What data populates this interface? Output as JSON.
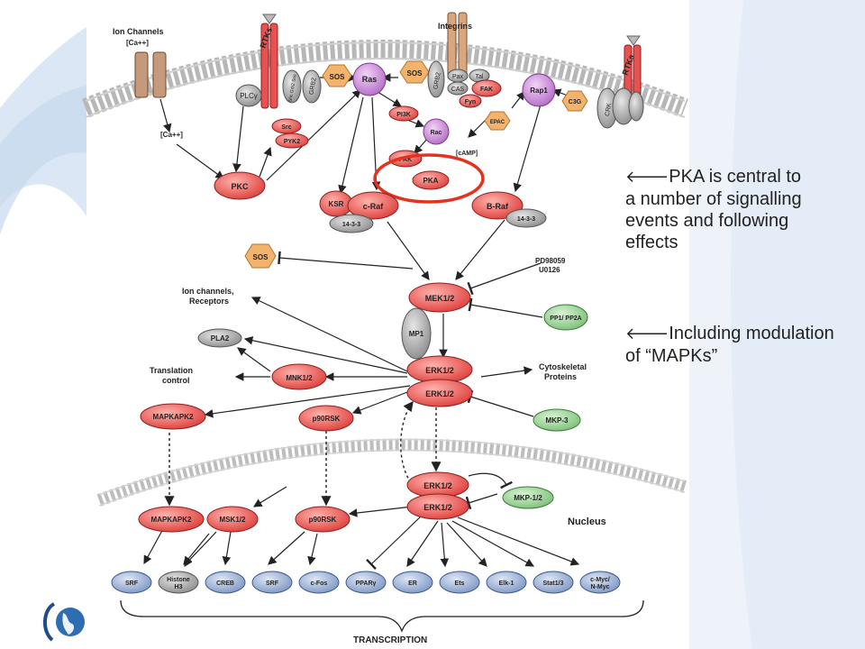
{
  "colors": {
    "red_node": "#e8514f",
    "purple_node": "#c67fd6",
    "orange_node": "#f4b36c",
    "grey_node": "#9a9a9a",
    "green_node": "#93d08d",
    "blue_node": "#8ea6cf",
    "highlight": "#e4321f",
    "background_right": "#e3ecf7"
  },
  "diagram": {
    "labels": {
      "ion_channels": "Ion Channels",
      "ca_top": "[Ca++]",
      "ca_mid": "[Ca++]",
      "rtks_left": "RTKs",
      "rtks_right": "RTKs",
      "integrins": "Integrins",
      "camp": "[cAMP]",
      "ion_channels_receptors_1": "Ion channels,",
      "ion_channels_receptors_2": "Receptors",
      "translation_1": "Translation",
      "translation_2": "control",
      "cytoskeletal_1": "Cytoskeletal",
      "cytoskeletal_2": "Proteins",
      "inhibitor_1": "PD98059",
      "inhibitor_2": "U0126",
      "nucleus": "Nucleus",
      "transcription": "TRANSCRIPTION"
    },
    "nodes": {
      "plcg": "PLCγ",
      "shc": "Shc Grb2 Sos",
      "grb2_left": "GRB2",
      "sos_1": "SOS",
      "ras": "Ras",
      "sos_2": "SOS",
      "grb2_right": "GRB2",
      "pax": "Pax",
      "tal": "Tal",
      "cas": "CAS",
      "fak": "FAK",
      "fyn": "Fyn",
      "rap1": "Rap1",
      "c3g": "C3G",
      "crk": "CRK",
      "src": "Src",
      "pyk2": "PYK2",
      "pi3k": "PI3K",
      "rac": "Rac",
      "epac": "EPAC",
      "pak": "PAK",
      "pka": "PKA",
      "pkc": "PKC",
      "ksr": "KSR",
      "craf": "c-Raf",
      "f1433_left": "14-3-3",
      "braf": "B-Raf",
      "f1433_right": "14-3-3",
      "sos_3": "SOS",
      "mek": "MEK1/2",
      "mp1": "MP1",
      "pp1": "PP1/ PP2A",
      "pla2": "PLA2",
      "mnk": "MNK1/2",
      "erk_a": "ERK1/2",
      "erk_b": "ERK1/2",
      "mapkapk2_top": "MAPKAPK2",
      "p90rsk_top": "p90RSK",
      "mkp3": "MKP-3",
      "erk_c": "ERK1/2",
      "erk_d": "ERK1/2",
      "mkp12": "MKP-1/2",
      "mapkapk2_bot": "MAPKAPK2",
      "msk": "MSK1/2",
      "p90rsk_bot": "p90RSK"
    },
    "transcription_factors": [
      "SRF",
      "Histone H3",
      "CREB",
      "SRF",
      "c-Fos",
      "PPARγ",
      "ER",
      "Ets",
      "Elk-1",
      "Stat1/3",
      "c-Myc/ N-Myc"
    ]
  },
  "captions": {
    "first": {
      "arrow": "🡐",
      "lines": [
        "PKA is central to",
        "a number of signalling",
        "events and following",
        "effects"
      ]
    },
    "second": {
      "arrow": "🡐",
      "lines": [
        "Including modulation",
        "of “MAPKs”"
      ]
    }
  }
}
